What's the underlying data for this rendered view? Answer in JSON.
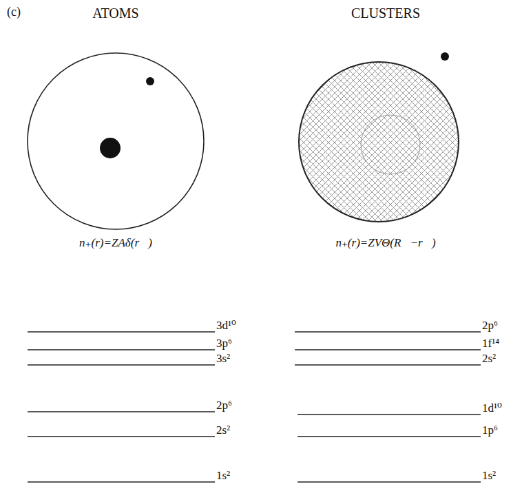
{
  "diagram": {
    "labels": [
      "(c)",
      "ATOMS",
      "CLUSTERS",
      "n₊(r)=ZAδ(r⃗)",
      "n₊(r)=ZVΘ(R⃗−r⃗)",
      "3d¹⁰",
      "3p⁶",
      "3s²",
      "2p⁶",
      "2s²",
      "1s²",
      "2p⁶",
      "1f¹⁴",
      "2s²",
      "1d¹⁰",
      "1p⁶",
      "1s²"
    ]
  }
}
